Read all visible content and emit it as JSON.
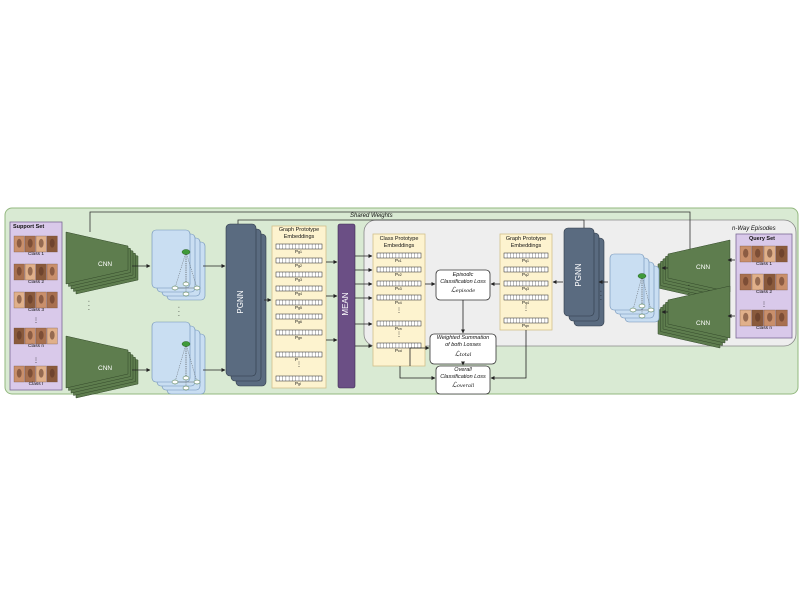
{
  "support_set": {
    "title": "Support Set",
    "classes": [
      "Class 1",
      "Class 2",
      "Class 3",
      "Class n",
      "Class I"
    ]
  },
  "query_set": {
    "title": "Query Set",
    "classes": [
      "Class 1",
      "Class 2",
      "Class n"
    ]
  },
  "labels": {
    "shared_weights": "Shared Weights",
    "n_way": "n-Way Episodes",
    "cnn": "CNN",
    "pgnn": "PGNN",
    "mean": "MEAN",
    "graph_proto_left_1": "Graph Prototype",
    "graph_proto_left_2": "Embeddings",
    "class_proto_1": "Class Prototype",
    "class_proto_2": "Embeddings",
    "graph_proto_right_1": "Graph Prototype",
    "graph_proto_right_2": "Embeddings",
    "episodic_1": "Episodic",
    "episodic_2": "Classification Loss",
    "episodic_math": "ℒ",
    "episodic_sub": "episode",
    "weighted_1": "Weighted Summation",
    "weighted_2": "of both Losses",
    "weighted_math": "ℒ",
    "weighted_sub": "total",
    "overall_1": "Overall",
    "overall_2": "Classification Loss",
    "overall_math": "ℒ",
    "overall_sub": "overall",
    "ellipsis": "· · ·",
    "vdots": "⋮"
  },
  "embeddings_left": [
    "P",
    "P",
    "P",
    "P",
    "P",
    "P",
    "P",
    "P",
    "P"
  ],
  "embeddings_left_sub": [
    "g1",
    "g2",
    "g3",
    "g4",
    "g5",
    "g6",
    "gn",
    "",
    "gI"
  ],
  "embeddings_class": [
    "P",
    "P",
    "P",
    "P",
    "P",
    "P"
  ],
  "embeddings_class_sub": [
    "c1",
    "c2",
    "c3",
    "c4",
    "cn",
    "cd"
  ],
  "embeddings_right": [
    "P",
    "P",
    "P",
    "P",
    "P"
  ],
  "embeddings_right_sub": [
    "q1",
    "q2",
    "q3",
    "q4",
    "qn"
  ],
  "colors": {
    "panel_green": "#d9ead3",
    "panel_green_border": "#93b87f",
    "cnn_green": "#5e7d4e",
    "pgnn_slate": "#5a6b80",
    "mean_purple": "#6b4f85",
    "embed_yellow": "#fdf3cf",
    "graph_blue": "#c9def2",
    "node_green": "#3f9a3a",
    "query_gray": "#eeeeee",
    "set_purple": "#d9c9ea"
  }
}
